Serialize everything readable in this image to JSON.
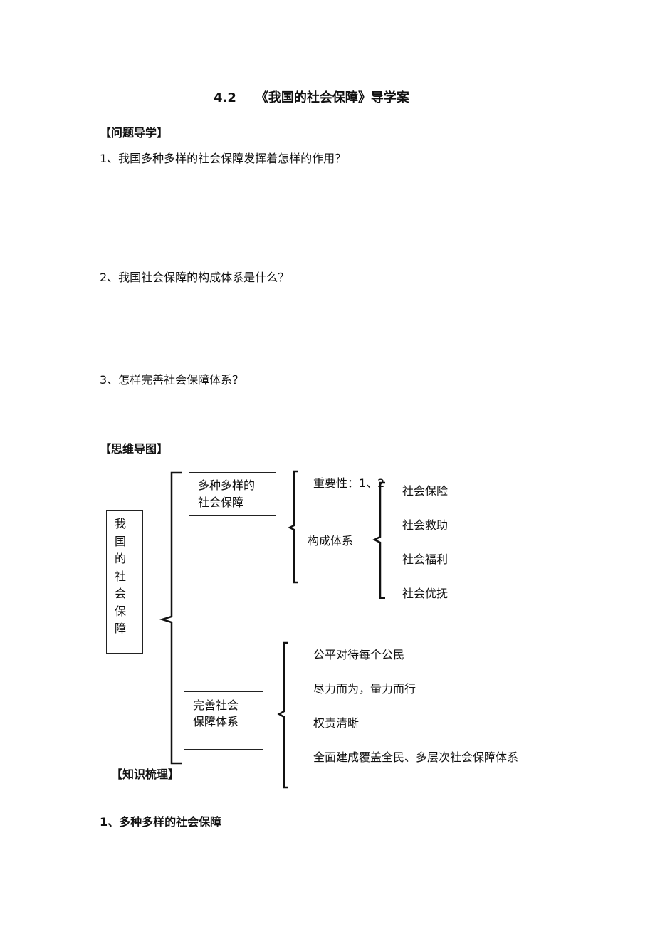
{
  "title": "4.2　　《我国的社会保障》导学案",
  "section_questions": "【问题导学】",
  "questions": [
    "1、我国多种多样的社会保障发挥着怎样的作用？",
    "2、我国社会保障的构成体系是什么？",
    "3、怎样完善社会保障体系？"
  ],
  "section_mindmap": "【思维导图】",
  "mindmap": {
    "root": [
      "我",
      "国",
      "的",
      "社",
      "会",
      "保",
      "障"
    ],
    "branch1": {
      "line1": "多种多样的",
      "line2": "社会保障"
    },
    "importance": "重要性：1、2",
    "composition": "构成体系",
    "components": [
      "社会保险",
      "社会救助",
      "社会福利",
      "社会优抚"
    ],
    "branch2": {
      "line1": "完善社会",
      "line2": "保障体系"
    },
    "principles": [
      "公平对待每个公民",
      "尽力而为，量力而行",
      "权责清晰",
      "全面建成覆盖全民、多层次社会保障体系"
    ]
  },
  "section_knowledge": "【知识梳理】",
  "knowledge_item1": "1、多种多样的社会保障"
}
